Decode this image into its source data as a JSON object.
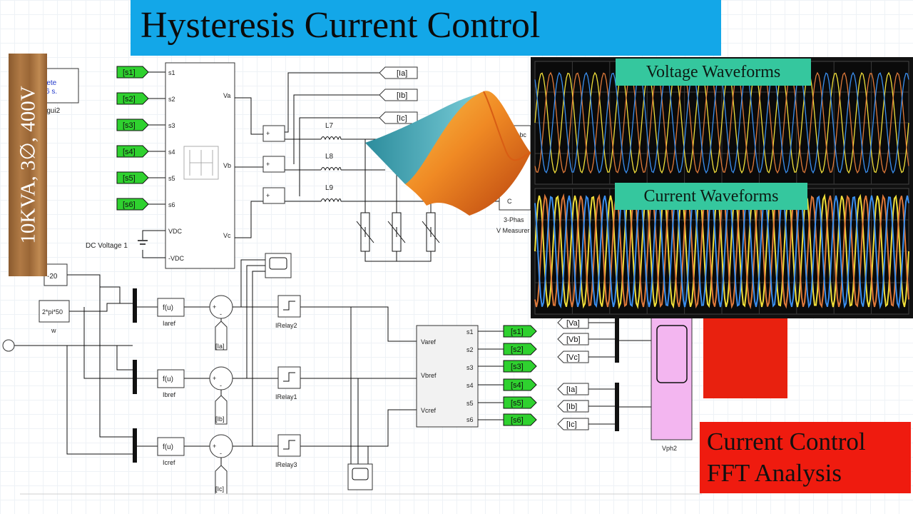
{
  "title": "Hysteresis Current Control",
  "rating": "10KVA, 3∅, 400V",
  "labels": {
    "voltage_waveforms": "Voltage Waveforms",
    "current_waveforms": "Current Waveforms",
    "fft_line1": "Current Control",
    "fft_line2": "FFT Analysis"
  },
  "powergui": {
    "line1": "rete",
    "line2": "6 s.",
    "name": "rgui2"
  },
  "inverter": {
    "inputs": [
      "s1",
      "s2",
      "s3",
      "s4",
      "s5",
      "s6",
      "VDC",
      "-VDC"
    ],
    "outputs": [
      "Va",
      "Vb",
      "Vc"
    ]
  },
  "gate_froms": [
    "[s1]",
    "[s2]",
    "[s3]",
    "[s4]",
    "[s5]",
    "[s6]"
  ],
  "current_gotos": [
    "[Ia]",
    "[Ib]",
    "[Ic]"
  ],
  "inductors": [
    "L7",
    "L8",
    "L9"
  ],
  "dc_source": "DC Voltage 1",
  "vmeas": {
    "port_top": "Vabc",
    "port_c": "C",
    "line1": "3-Phas",
    "line2": "V Measurer"
  },
  "constants": {
    "amp": "-20",
    "omega": "2*pi*50",
    "omega_name": "w"
  },
  "fcn": {
    "text": "f(u)",
    "names": [
      "Iaref",
      "Ibref",
      "Icref"
    ]
  },
  "sum_signs": [
    "+",
    "-"
  ],
  "current_froms": [
    "[Ia]",
    "[Ib]",
    "[Ic]"
  ],
  "relays": [
    "IRelay2",
    "IRelay1",
    "IRelay3"
  ],
  "pwm": {
    "inputs": [
      "Varef",
      "Vbref",
      "Vcref"
    ],
    "outputs": [
      "s1",
      "s2",
      "s3",
      "s4",
      "s5",
      "s6"
    ]
  },
  "gate_gotos": [
    "[s1]",
    "[s2]",
    "[s3]",
    "[s4]",
    "[s5]",
    "[s6]"
  ],
  "v_froms": [
    "[Va]",
    "[Vb]",
    "[Vc]"
  ],
  "i_froms": [
    "[Ia]",
    "[Ib]",
    "[Ic]"
  ],
  "scope_name": "Vph2",
  "colors": {
    "banner": "#13a7e8",
    "label_green": "#35c79e",
    "accent_red": "#e8210f",
    "goto_green": "#2fd12f",
    "scope_pink": "#f3b6f0",
    "phase_a": "#f2e03a",
    "phase_b": "#e07a3a",
    "phase_c": "#3a8ff0"
  }
}
